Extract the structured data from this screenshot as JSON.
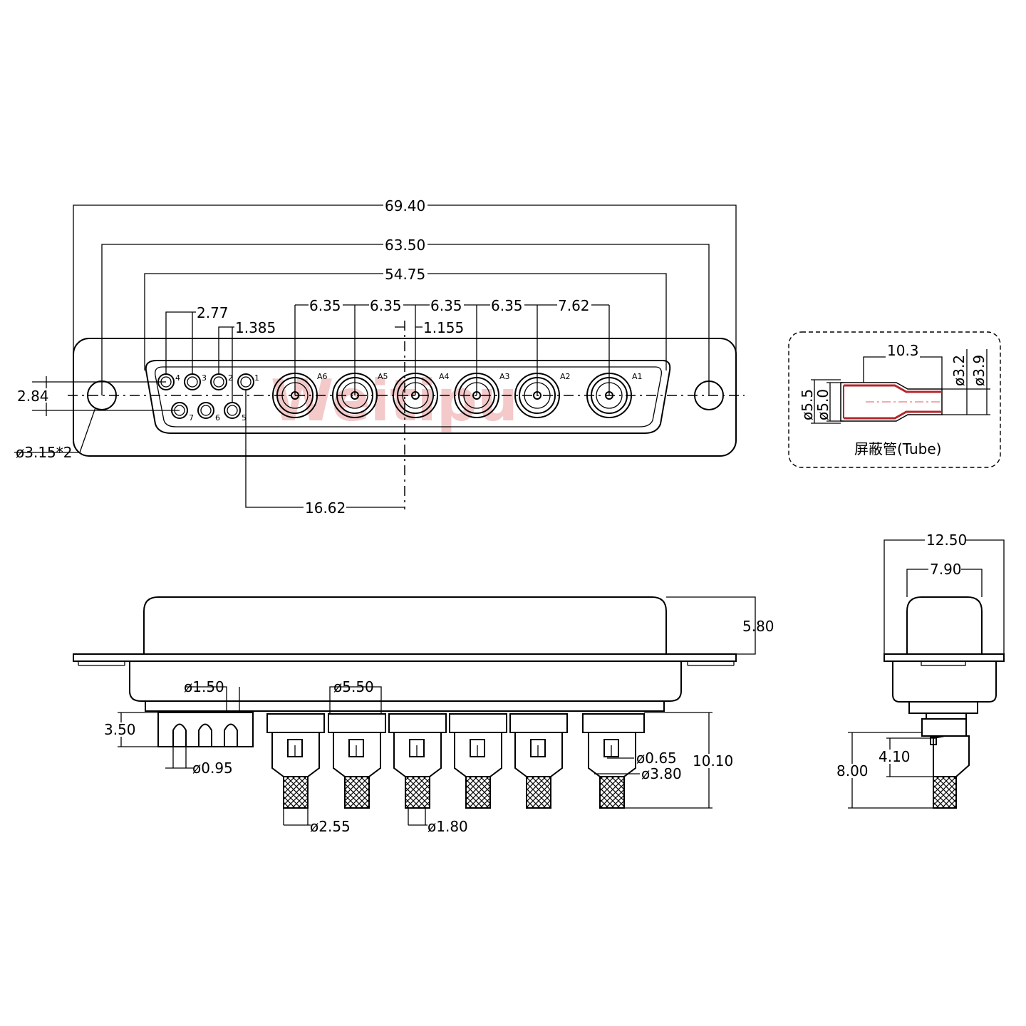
{
  "top_view": {
    "dims": {
      "overall": "69.40",
      "mount_holes": "63.50",
      "shell": "54.75",
      "pitch_a6_a5": "6.35",
      "pitch_a5_a4": "6.35",
      "pitch_a4_a3": "6.35",
      "pitch_a3_a2": "6.35",
      "pitch_a2_a1": "7.62",
      "signal_pitch": "2.77",
      "signal_offset": "1.385",
      "center_offset": "1.155",
      "row_offset": "2.84",
      "hole_diameter": "ø3.15*2",
      "pin1_to_center": "16.62"
    },
    "signal_pins": [
      "1",
      "2",
      "3",
      "4",
      "5",
      "6",
      "7"
    ],
    "coax_pins": [
      "A6",
      "A5",
      "A4",
      "A3",
      "A2",
      "A1"
    ],
    "watermark": "Weitipu"
  },
  "tube_detail": {
    "length": "10.3",
    "inner_small": "ø3.2",
    "outer_small": "ø3.9",
    "outer_large": "ø5.5",
    "inner_large": "ø5.0",
    "caption": "屏蔽管(Tube)"
  },
  "front_view": {
    "height": "5.80",
    "signal_pin_dia": "ø1.50",
    "signal_pin_len": "3.50",
    "signal_wire_dia": "ø0.95",
    "coax_body_dia": "ø5.50",
    "coax_total_len": "10.10",
    "center_pin_dia": "ø0.65",
    "crimp_dia": "ø3.80",
    "ferrule_dia": "ø2.55",
    "small_dia": "ø1.80"
  },
  "side_view": {
    "width": "12.50",
    "inner_width": "7.90",
    "total_len": "8.00",
    "pin_len": "4.10"
  },
  "colors": {
    "line": "#000000",
    "tube_accent": "#b3262d",
    "watermark": "#f3c9c9"
  }
}
